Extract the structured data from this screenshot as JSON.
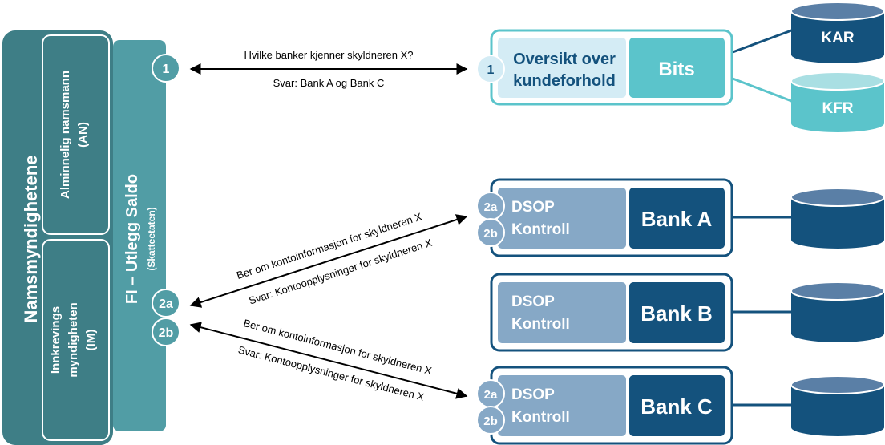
{
  "left_panel": {
    "outer_title": "Namsmyndighetene",
    "an_label_line1": "Alminnelig namsmann",
    "an_label_line2": "(AN)",
    "im_label_line1": "Innkrevings",
    "im_label_line2": "myndigheten",
    "im_label_line3": "(IM)",
    "fi_title": "FI – Utlegg Saldo",
    "fi_subtitle": "(Skatteetaten)"
  },
  "badges": {
    "one": "1",
    "two_a": "2a",
    "two_b": "2b"
  },
  "arrows": {
    "q1": "Hvilke banker kjenner skyldneren X?",
    "a1": "Svar: Bank A og Bank C",
    "bank_a_request": "Ber om kontoinformasjon for skyldneren X",
    "bank_a_response": "Svar: Kontoopplysninger for skyldneren X",
    "bank_c_request": "Ber om kontoinformasjon for skyldneren X",
    "bank_c_response": "Svar: Kontoopplysninger for skyldneren X"
  },
  "bits_box": {
    "left_line1": "Oversikt over",
    "left_line2": "kundeforhold",
    "right": "Bits"
  },
  "banks": [
    {
      "left_line1": "DSOP",
      "left_line2": "Kontroll",
      "name": "Bank A"
    },
    {
      "left_line1": "DSOP",
      "left_line2": "Kontroll",
      "name": "Bank B"
    },
    {
      "left_line1": "DSOP",
      "left_line2": "Kontroll",
      "name": "Bank C"
    }
  ],
  "databases": {
    "kar": "KAR",
    "kfr": "KFR"
  },
  "colors": {
    "dark_teal": "#3e7e86",
    "mid_teal": "#519da5",
    "light_teal": "#6ab7be",
    "cyan_accent": "#5bc4cb",
    "pale_blue": "#d4ecf5",
    "navy": "#14527d",
    "steel_blue": "#86a8c6"
  }
}
